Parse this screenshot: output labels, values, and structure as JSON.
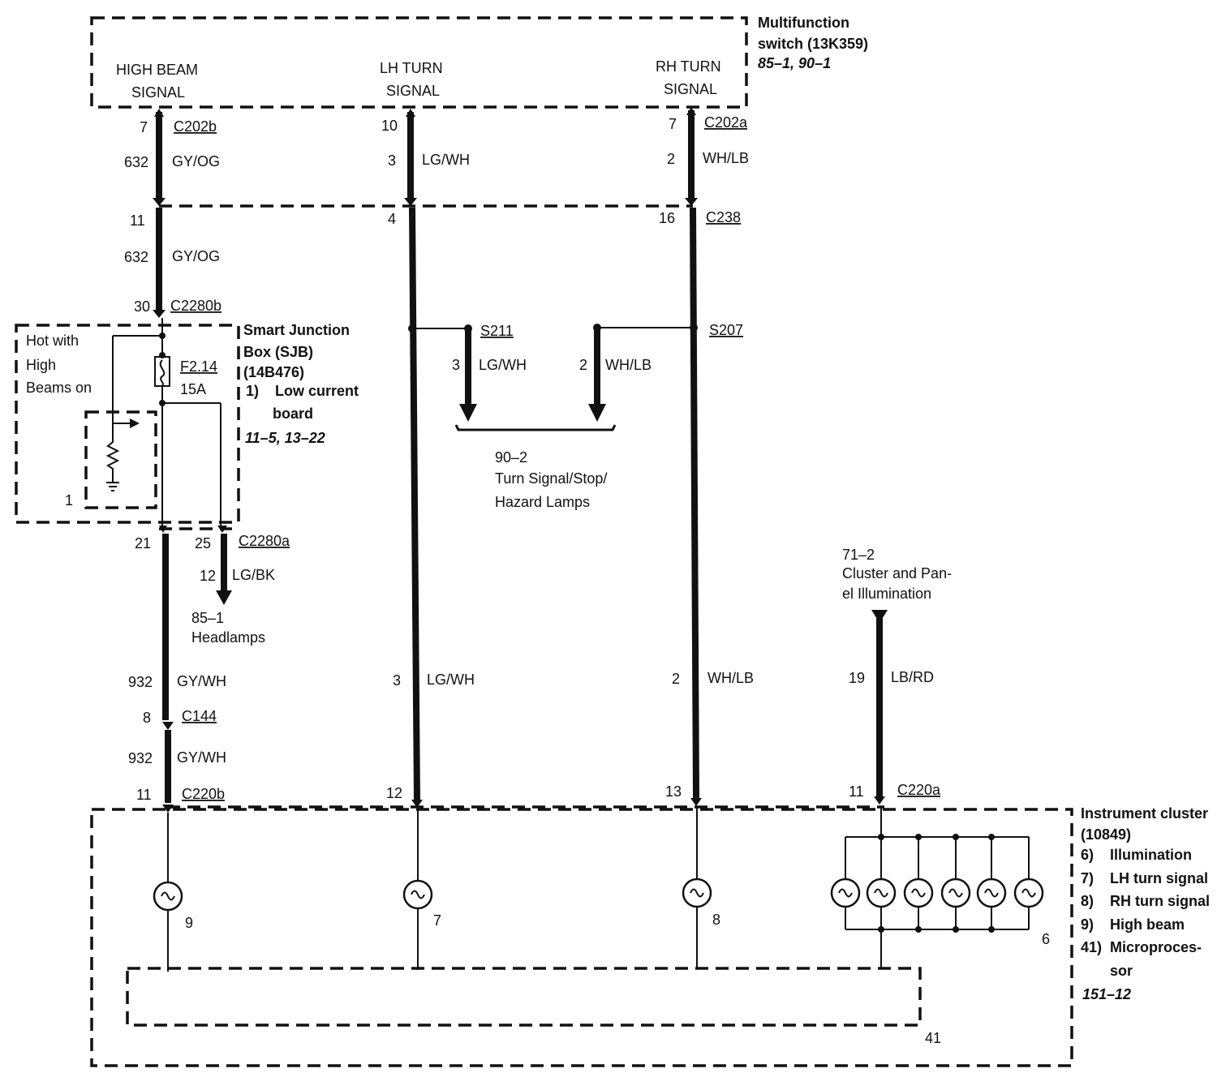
{
  "multifunction_switch": {
    "title_line1": "Multifunction",
    "title_line2": "switch (13K359)",
    "refs": "85–1, 90–1",
    "high_beam_line1": "HIGH BEAM",
    "high_beam_line2": "SIGNAL",
    "lh_turn_line1": "LH TURN",
    "lh_turn_line2": "SIGNAL",
    "rh_turn_line1": "RH TURN",
    "rh_turn_line2": "SIGNAL"
  },
  "left_column": {
    "pin_c202b": "7",
    "conn_c202b": "C202b",
    "circuit_1": "632",
    "color_1": "GY/OG",
    "pin_c238": "11",
    "circuit_2": "632",
    "color_2": "GY/OG",
    "pin_c2280b": "30",
    "conn_c2280b": "C2280b",
    "pin_c2280a_left": "21",
    "pin_c2280a_right": "25",
    "conn_c2280a": "C2280a",
    "circuit_hl": "12",
    "color_hl": "LG/BK",
    "hl_ref": "85–1",
    "hl_label": "Headlamps",
    "circuit_3": "932",
    "color_3": "GY/WH",
    "pin_c144": "8",
    "conn_c144": "C144",
    "circuit_4": "932",
    "color_4": "GY/WH",
    "pin_c220b": "11",
    "conn_c220b": "C220b"
  },
  "sjb": {
    "hot_line1": "Hot with",
    "hot_line2": "High",
    "hot_line3": "Beams on",
    "fuse": "F2.14",
    "fuse_rating": "15A",
    "board_num": "1",
    "title_line1": "Smart Junction",
    "title_line2": "Box (SJB)",
    "title_line3": "(14B476)",
    "item_line1": "1)    Low current",
    "item_line2": "board",
    "refs": "11–5, 13–22"
  },
  "lh_column": {
    "pin_top": "10",
    "circuit_1": "3",
    "color_1": "LG/WH",
    "pin_c238": "4",
    "circuit_2": "3",
    "color_2": "LG/WH",
    "pin_c220b": "12"
  },
  "rh_column": {
    "pin_top": "7",
    "conn_c202a": "C202a",
    "circuit_1": "2",
    "color_1": "WH/LB",
    "pin_c238": "16",
    "conn_c238": "C238",
    "circuit_2": "2",
    "color_2": "WH/LB",
    "pin_c220a": "13"
  },
  "splices": {
    "s211": "S211",
    "s207": "S207",
    "s211_circuit": "3",
    "s211_color": "LG/WH",
    "s207_circuit": "2",
    "s207_color": "WH/LB",
    "ref": "90–2",
    "label_line1": "Turn Signal/Stop/",
    "label_line2": "Hazard Lamps"
  },
  "illum": {
    "ref": "71–2",
    "label_line1": "Cluster and Pan-",
    "label_line2": "el Illumination",
    "circuit": "19",
    "color": "LB/RD",
    "pin": "11",
    "conn": "C220a"
  },
  "cluster": {
    "title_line1": "Instrument cluster",
    "title_line2": "(10849)",
    "items": [
      {
        "num": "6)",
        "label": "Illumination"
      },
      {
        "num": "7)",
        "label": "LH turn signal"
      },
      {
        "num": "8)",
        "label": "RH turn signal"
      },
      {
        "num": "9)",
        "label": "High beam"
      },
      {
        "num": "41)",
        "label": "Microproces-"
      }
    ],
    "item_cont": "sor",
    "refs": "151–12",
    "lamp_high": "9",
    "lamp_lh": "7",
    "lamp_rh": "8",
    "lamp_illum": "6",
    "micro": "41"
  }
}
